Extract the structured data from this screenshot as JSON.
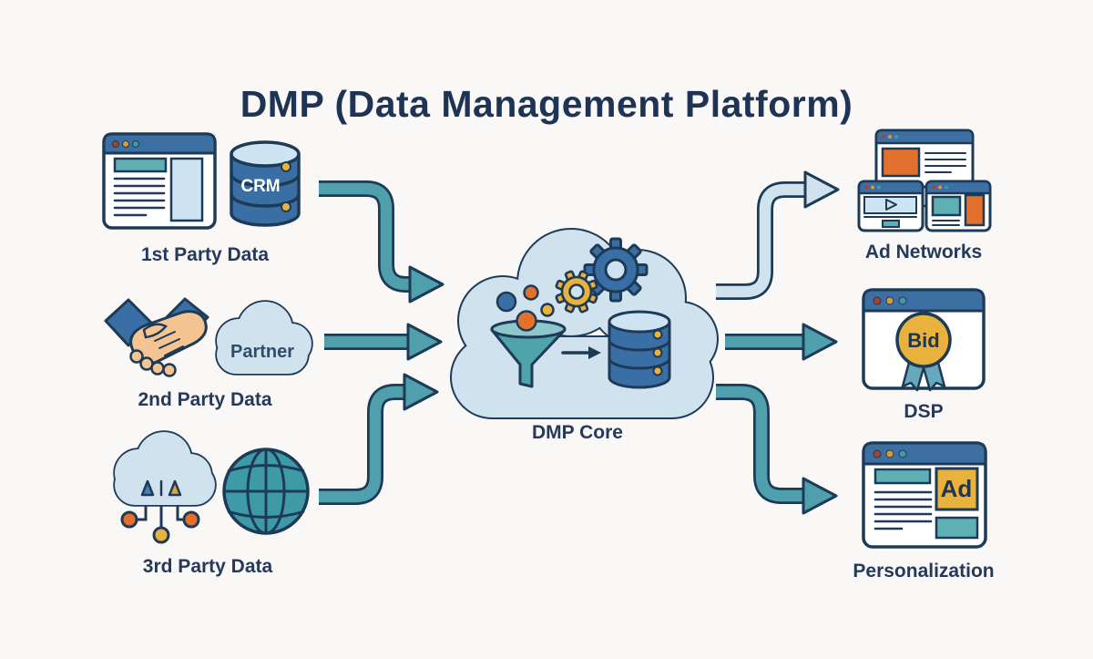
{
  "title": {
    "text": "DMP (Data Management Platform)"
  },
  "sources": [
    {
      "label": "1st Party Data",
      "crm_badge": "CRM"
    },
    {
      "label": "2nd Party Data",
      "partner_badge": "Partner"
    },
    {
      "label": "3rd Party Data"
    }
  ],
  "core": {
    "label": "DMP Core"
  },
  "outputs": [
    {
      "label": "Ad Networks"
    },
    {
      "label": "DSP",
      "bid_badge": "Bid"
    },
    {
      "label": "Personalization",
      "ad_badge": "Ad"
    }
  ],
  "colors": {
    "background": "#faf8f6",
    "outline_navy": "#1d3a56",
    "text_navy": "#25395b",
    "arrow_teal": "#4fa0ac",
    "arrow_light_blue": "#cfe2ee",
    "cloud_light_blue": "#cfe2ee",
    "window_bar_blue": "#3e6fa3",
    "database_blue": "#3a6fa5",
    "teal_block": "#5fb0b5",
    "orange": "#e4702d",
    "gold": "#e9b23c",
    "skin": "#f5c493"
  }
}
